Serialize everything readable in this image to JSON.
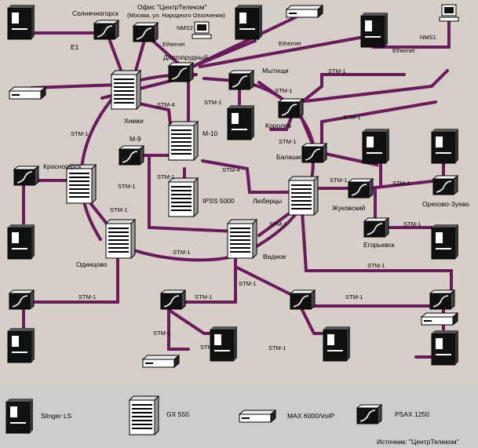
{
  "colors": {
    "background": "#d6cfc7",
    "link": "#6b1a5c",
    "legend_band": "#cdcdcd",
    "device_black": "#111111",
    "device_white": "#ffffff"
  },
  "nodes": {
    "solnechnogorsk": "Солнечногорск",
    "office_line1": "Офис \"ЦентрТелеком\"",
    "office_line2": "(Москва, ул. Народного Ополчения)",
    "nms2": "NMS2",
    "nms1": "NMS1",
    "dolgoprudny": "Долгопрудный",
    "khimki": "Химки",
    "mytishchi": "Мытищи",
    "korolev": "Королев",
    "balashikha": "Балашиха",
    "m9": "М-9",
    "m10": "М-10",
    "krasnogorsk": "Красногорск",
    "ipss": "IPSS 5000",
    "lyubertsy": "Люберцы",
    "zhukovsky": "Жуковский",
    "orekhovo": "Орехово-Зуево",
    "egorievsk": "Егорьевск",
    "odintsovo": "Одинцово",
    "vidnoe": "Видное"
  },
  "links": {
    "e1": "E1",
    "ethernet": "Ethernet",
    "stm1": "STM-1",
    "stm4": "STM-4"
  },
  "legend": {
    "slinger": "Slinger LS",
    "gx550": "GX 550",
    "max6000": "MAX 6000/VoIP",
    "psax": "PSAX 1250"
  },
  "source": "Источник: \"ЦентрТелеком\""
}
